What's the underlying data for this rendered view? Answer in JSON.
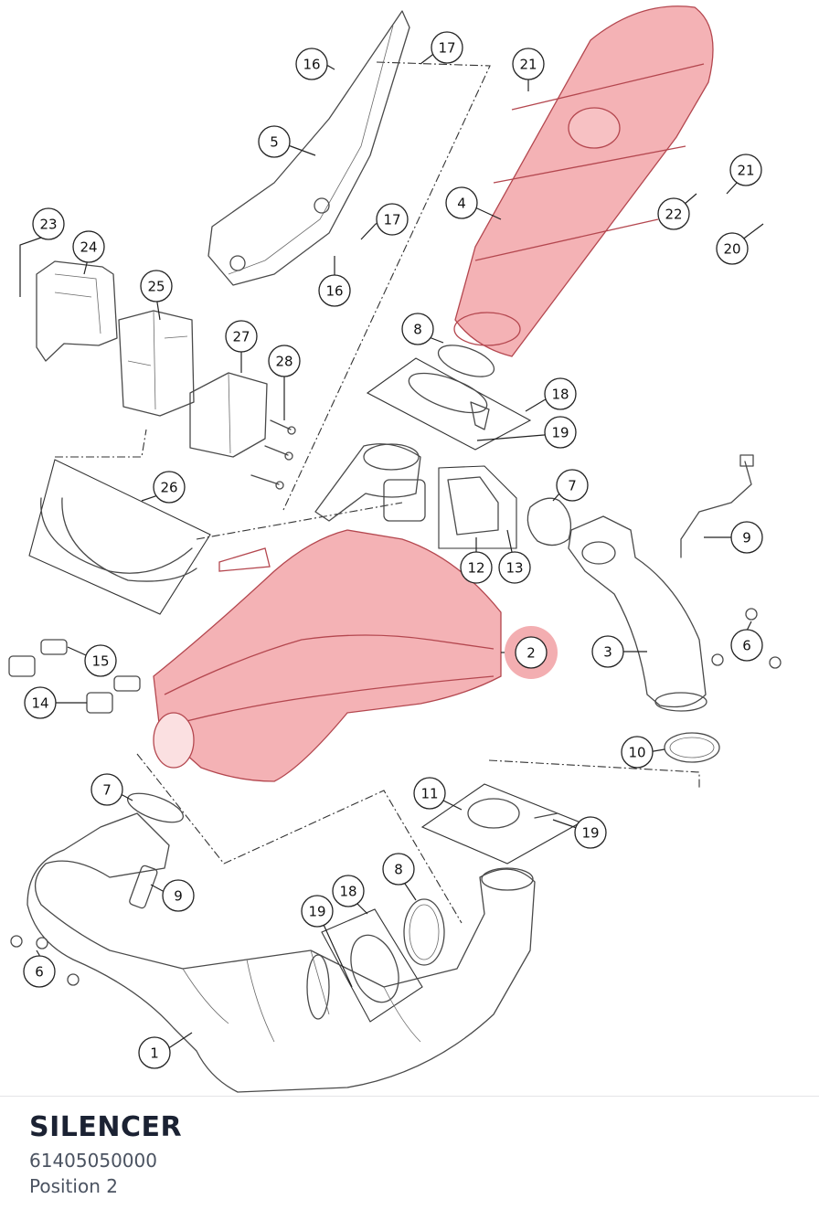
{
  "part": {
    "title": "SILENCER",
    "part_number": "61405050000",
    "position_label": "Position 2"
  },
  "highlight": {
    "position": "2",
    "fill_color": "#e87a80",
    "callout_color": "#f3aeb1"
  },
  "callouts": [
    "16",
    "17",
    "5",
    "21",
    "23",
    "24",
    "17",
    "16",
    "25",
    "4",
    "22",
    "21",
    "20",
    "27",
    "28",
    "8",
    "18",
    "19",
    "26",
    "7",
    "9",
    "12",
    "13",
    "2",
    "3",
    "6",
    "15",
    "14",
    "10",
    "7",
    "11",
    "19",
    "9",
    "18",
    "8",
    "19",
    "6",
    "1"
  ]
}
